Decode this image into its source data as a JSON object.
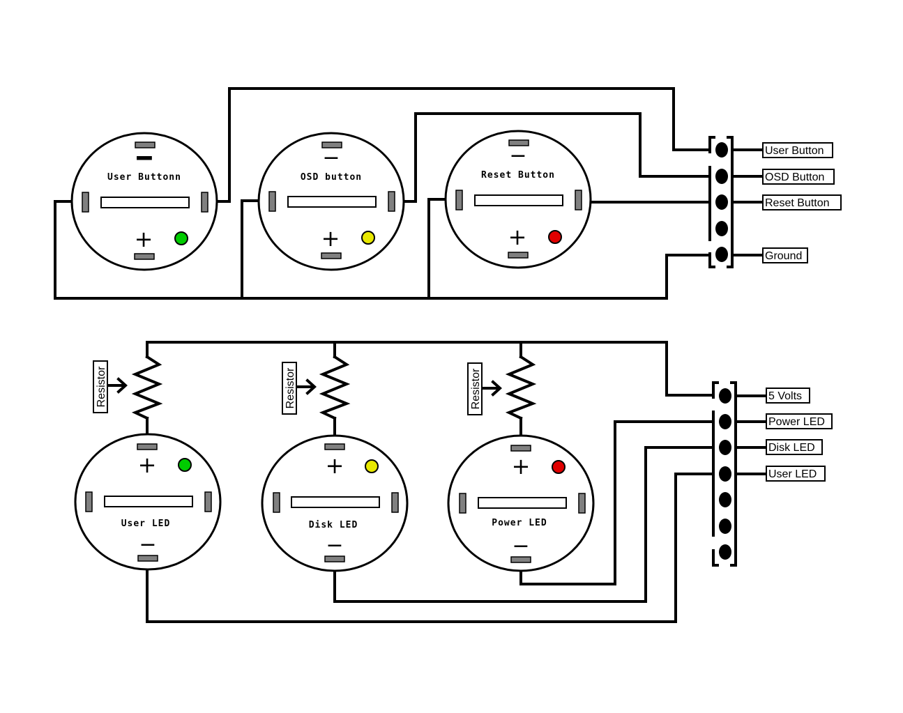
{
  "buttons": [
    {
      "title": "User Buttonn",
      "led_color": "#00cc00"
    },
    {
      "title": "OSD button",
      "led_color": "#e8e800"
    },
    {
      "title": "Reset Button",
      "led_color": "#e00000"
    }
  ],
  "leds": [
    {
      "title": "User LED",
      "led_color": "#00cc00"
    },
    {
      "title": "Disk LED",
      "led_color": "#e8e800"
    },
    {
      "title": "Power LED",
      "led_color": "#e00000"
    }
  ],
  "signs": {
    "plus": "+",
    "minus": "−"
  },
  "resistor_label": "Resistor",
  "top_connector_labels": [
    "User Button",
    "OSD Button",
    "Reset Button",
    "Ground"
  ],
  "bottom_connector_labels": [
    "5 Volts",
    "Power LED",
    "Disk LED",
    "User LED"
  ]
}
